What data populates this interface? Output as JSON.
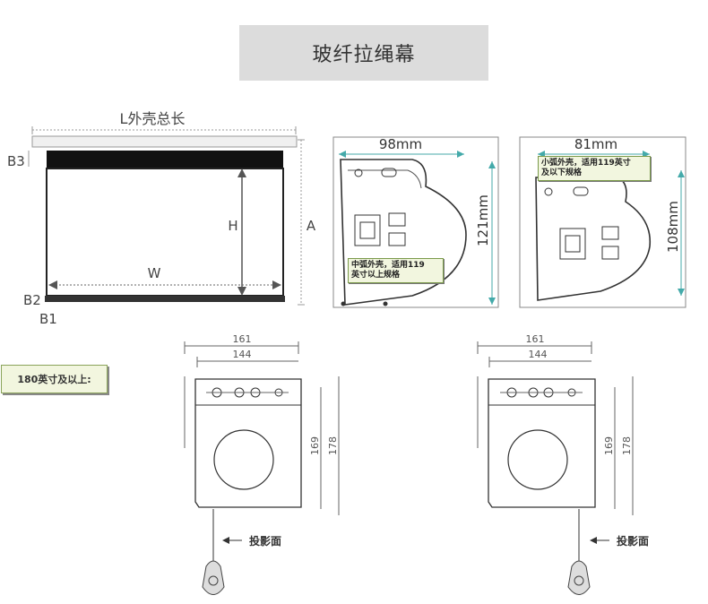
{
  "title": "玻纤拉绳幕",
  "screen": {
    "length_label": "L外壳总长",
    "height_label": "H",
    "width_label": "W",
    "total_label": "A",
    "b1": "B1",
    "b2": "B2",
    "b3": "B3"
  },
  "medium_housing": {
    "width_label": "98mm",
    "height_label": "121mm",
    "note_line1": "中弧外壳，适用119",
    "note_line2": "英寸以上规格"
  },
  "small_housing": {
    "width_label": "81mm",
    "height_label": "108mm",
    "note_line1": "小弧外壳，适用119英寸",
    "note_line2": "及以下规格"
  },
  "large_note": "180英寸及以上:",
  "bracket_left": {
    "dim_outer": "161",
    "dim_inner": "144",
    "dim_h1": "169",
    "dim_h2": "178",
    "projection_label": "投影面"
  },
  "bracket_right": {
    "dim_outer": "161",
    "dim_inner": "144",
    "dim_h1": "169",
    "dim_h2": "178",
    "projection_label": "投影面"
  }
}
